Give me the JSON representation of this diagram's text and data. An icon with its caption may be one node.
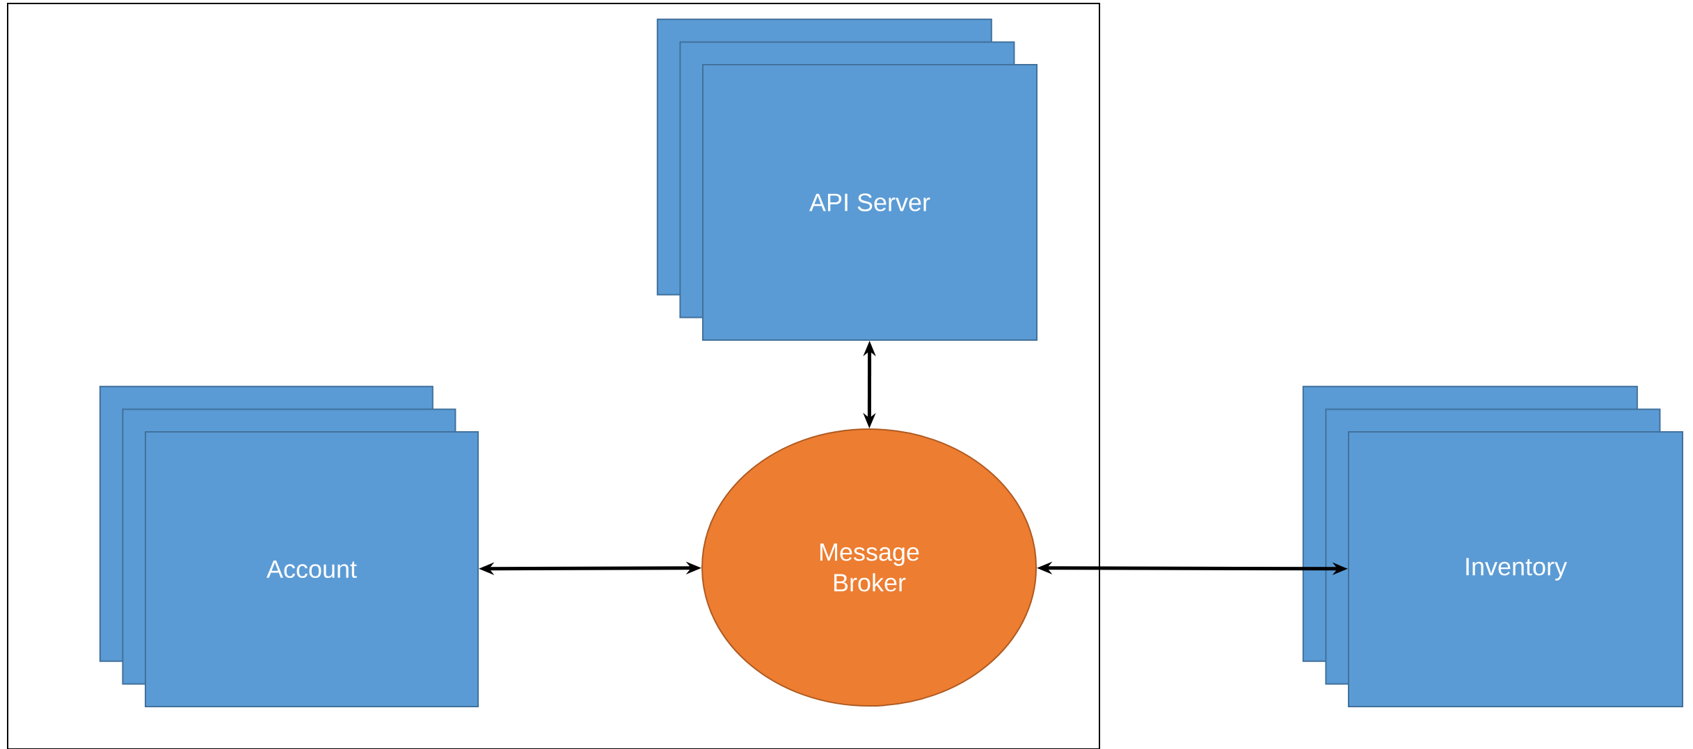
{
  "diagram": {
    "nodes": [
      {
        "text": [],
        "shape": "box"
      },
      {
        "text": [
          "API Server"
        ],
        "in": 0
      },
      {
        "text": [
          "Account"
        ],
        "in": 0
      },
      {
        "text": [
          "Message Broker"
        ],
        "in": 0
      },
      {
        "text": [
          "Inventory"
        ]
      }
    ],
    "edges": [
      {
        "from": 1,
        "to": 3,
        "arrow": "both"
      },
      {
        "from": 2,
        "to": 3,
        "arrow": "both"
      },
      {
        "from": 3,
        "to": 4,
        "arrow": "both"
      }
    ]
  }
}
